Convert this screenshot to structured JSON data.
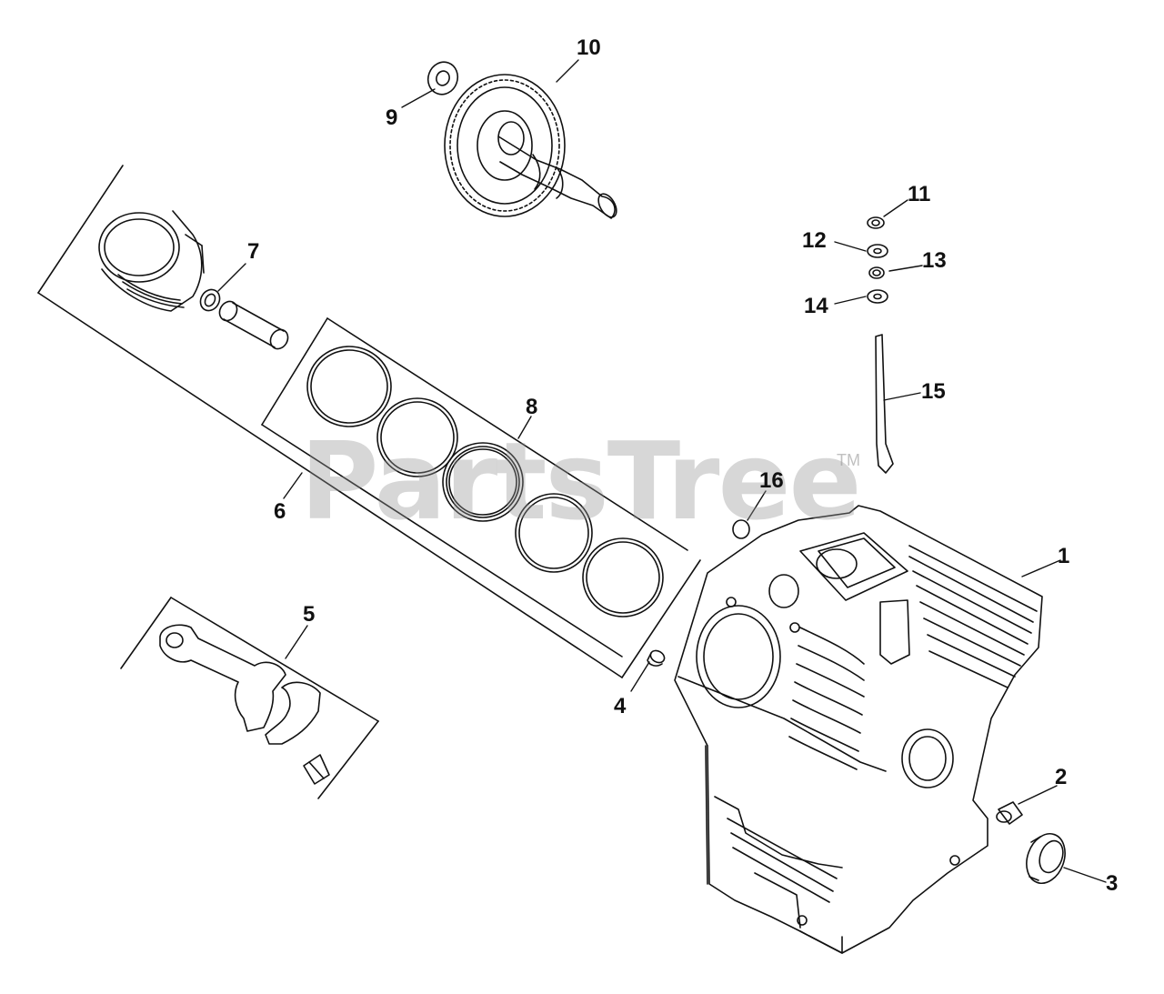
{
  "watermark": {
    "text": "PartsTree",
    "tm": "TM"
  },
  "callouts": [
    {
      "id": "1",
      "label": "1"
    },
    {
      "id": "2",
      "label": "2"
    },
    {
      "id": "3",
      "label": "3"
    },
    {
      "id": "4",
      "label": "4"
    },
    {
      "id": "5",
      "label": "5"
    },
    {
      "id": "6",
      "label": "6"
    },
    {
      "id": "7",
      "label": "7"
    },
    {
      "id": "8",
      "label": "8"
    },
    {
      "id": "9",
      "label": "9"
    },
    {
      "id": "10",
      "label": "10"
    },
    {
      "id": "11",
      "label": "11"
    },
    {
      "id": "12",
      "label": "12"
    },
    {
      "id": "13",
      "label": "13"
    },
    {
      "id": "14",
      "label": "14"
    },
    {
      "id": "15",
      "label": "15"
    },
    {
      "id": "16",
      "label": "16"
    }
  ],
  "colors": {
    "line": "#111111",
    "watermark": "#969696"
  }
}
